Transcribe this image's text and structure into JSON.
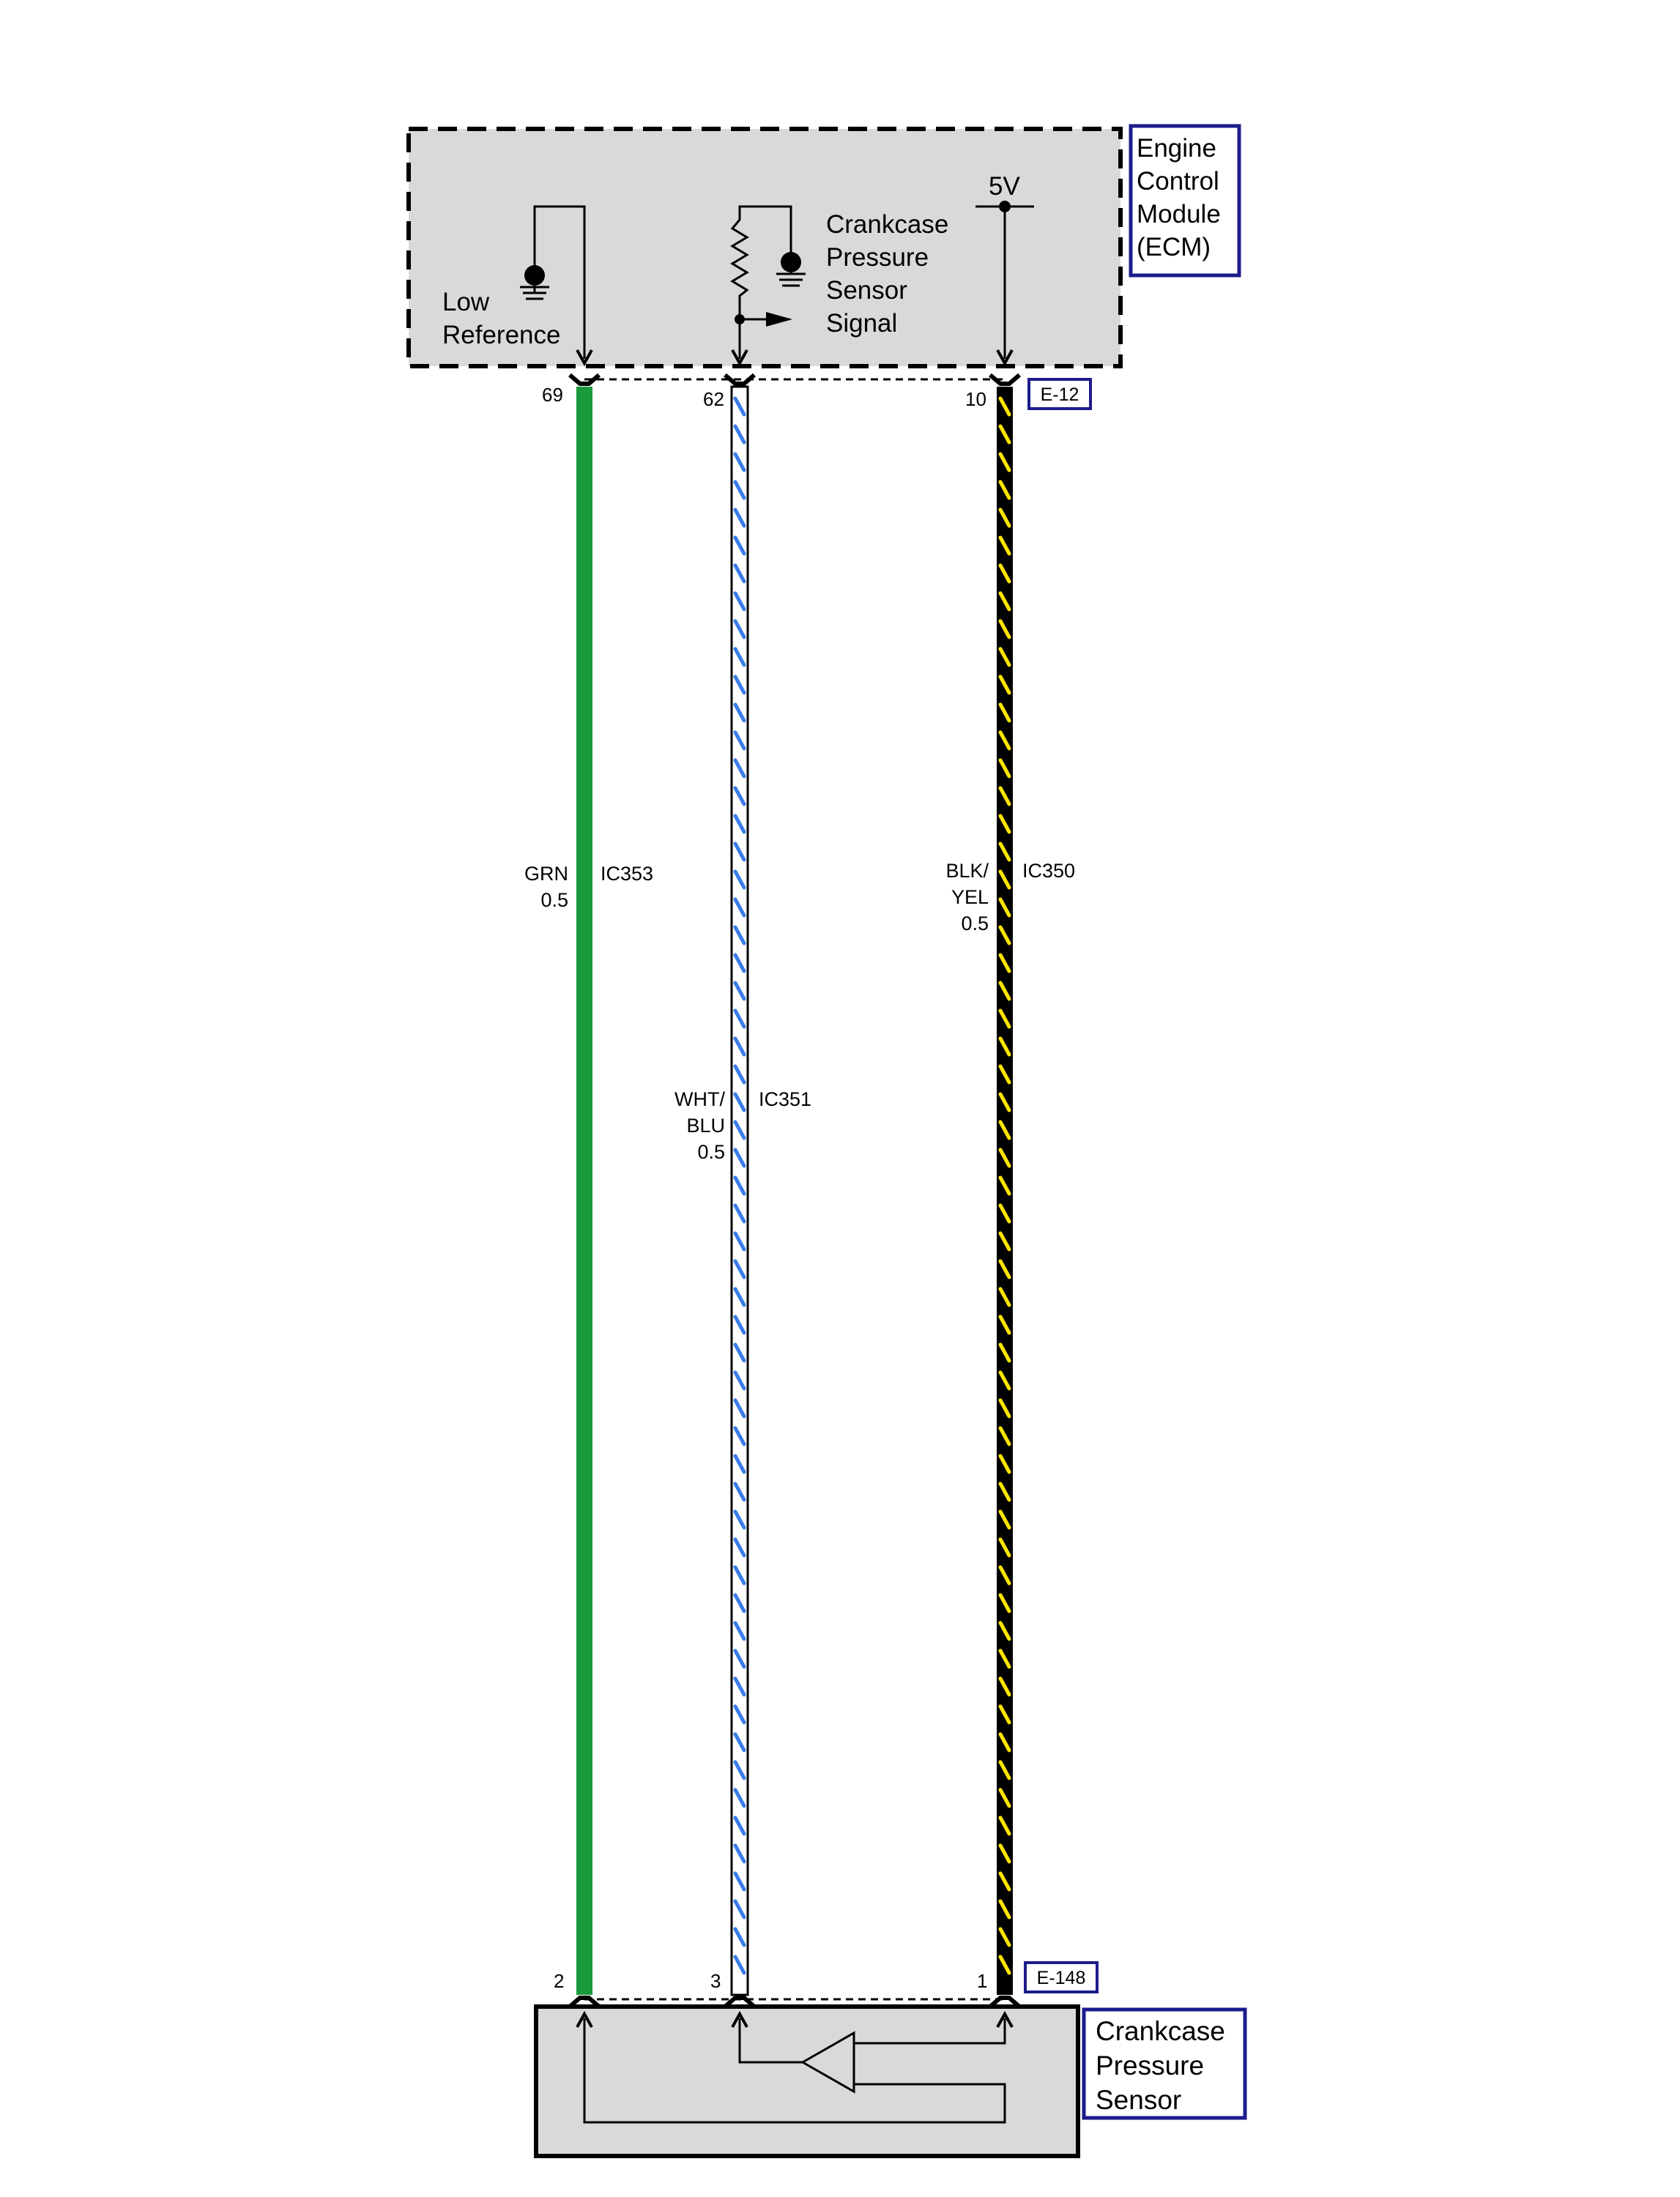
{
  "ecm": {
    "name_lines": [
      "Engine",
      "Control",
      "Module",
      "(ECM)"
    ],
    "low_ref_lines": [
      "Low",
      "Reference"
    ],
    "signal_lines": [
      "Crankcase",
      "Pressure",
      "Sensor",
      "Signal"
    ],
    "supply_label": "5V",
    "connector": "E-12",
    "pins": {
      "low_ref": "69",
      "signal": "62",
      "supply": "10"
    }
  },
  "sensor": {
    "name_lines": [
      "Crankcase",
      "Pressure",
      "Sensor"
    ],
    "connector": "E-148",
    "pins": {
      "low_ref": "2",
      "signal": "3",
      "supply": "1"
    }
  },
  "wires": [
    {
      "id": "low_ref",
      "circuit": "IC353",
      "color_lines": [
        "GRN",
        "0.5"
      ],
      "base_color": "#1a9a3c",
      "stripe_color": ""
    },
    {
      "id": "signal",
      "circuit": "IC351",
      "color_lines": [
        "WHT/",
        "BLU",
        "0.5"
      ],
      "base_color": "#ffffff",
      "stripe_color": "#3a7de8"
    },
    {
      "id": "supply",
      "circuit": "IC350",
      "color_lines": [
        "BLK/",
        "YEL",
        "0.5"
      ],
      "base_color": "#000000",
      "stripe_color": "#ffe600"
    }
  ],
  "colors": {
    "module_fill": "#d9d9d9",
    "label_border": "#1c1c8c"
  }
}
